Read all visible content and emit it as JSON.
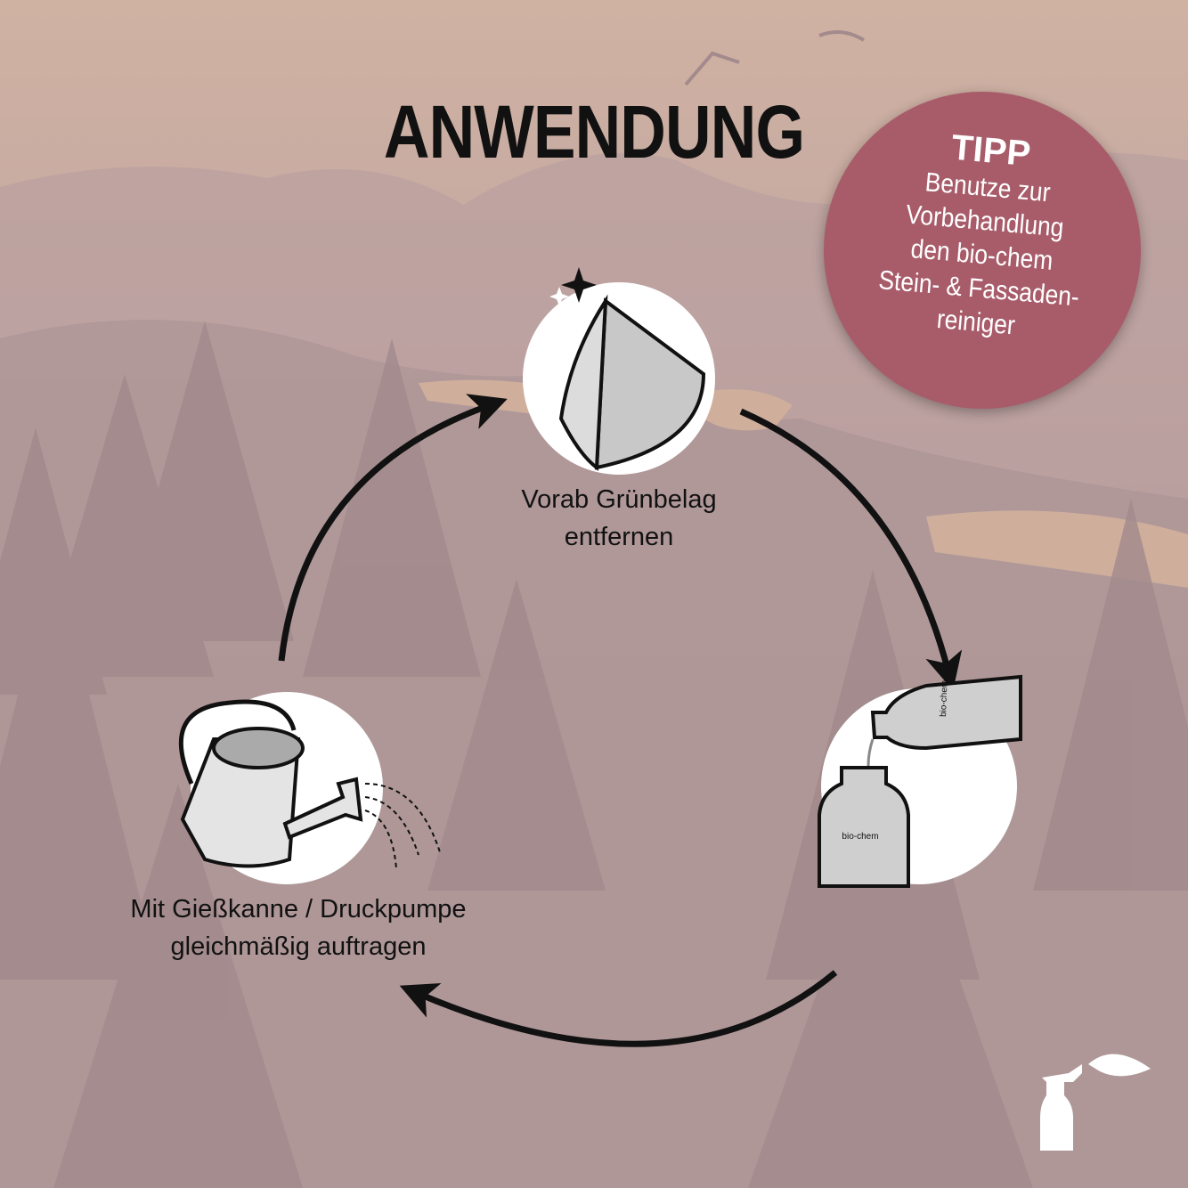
{
  "title": "ANWENDUNG",
  "tip": {
    "heading": "TIPP",
    "lines": [
      "Benutze zur",
      "Vorbehandlung",
      "den bio-chem",
      "Stein- & Fassaden-",
      "reiniger"
    ]
  },
  "steps": [
    {
      "icon": "cloth-icon",
      "line1": "Vorab Grünbelag",
      "line2": "entfernen"
    },
    {
      "icon": "bottle-pour-icon",
      "brand": "bio-chem"
    },
    {
      "icon": "watering-can-icon",
      "line1": "Mit Gießkanne / Druckpumpe",
      "line2": "gleichmäßig auftragen"
    }
  ],
  "colors": {
    "tip": "#a85c6a",
    "ink": "#111111"
  }
}
